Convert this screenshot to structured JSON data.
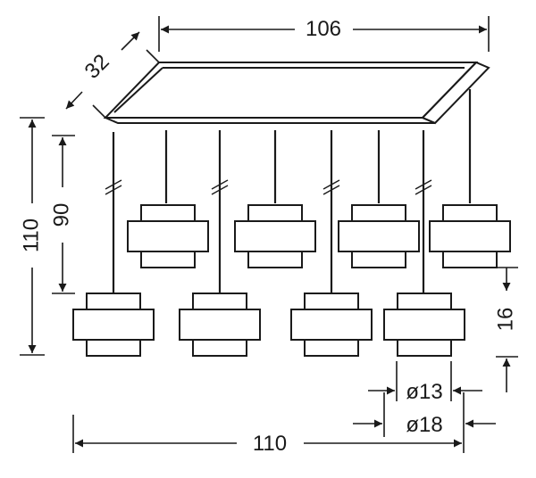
{
  "diagram": {
    "labels": {
      "width_top": "106",
      "depth": "32",
      "height_total": "110",
      "height_inner": "90",
      "shade_height": "16",
      "inner_diameter": "ø13",
      "outer_diameter": "ø18",
      "width_bottom": "110"
    },
    "colors": {
      "line": "#1a1a1a",
      "background": "#ffffff"
    }
  }
}
